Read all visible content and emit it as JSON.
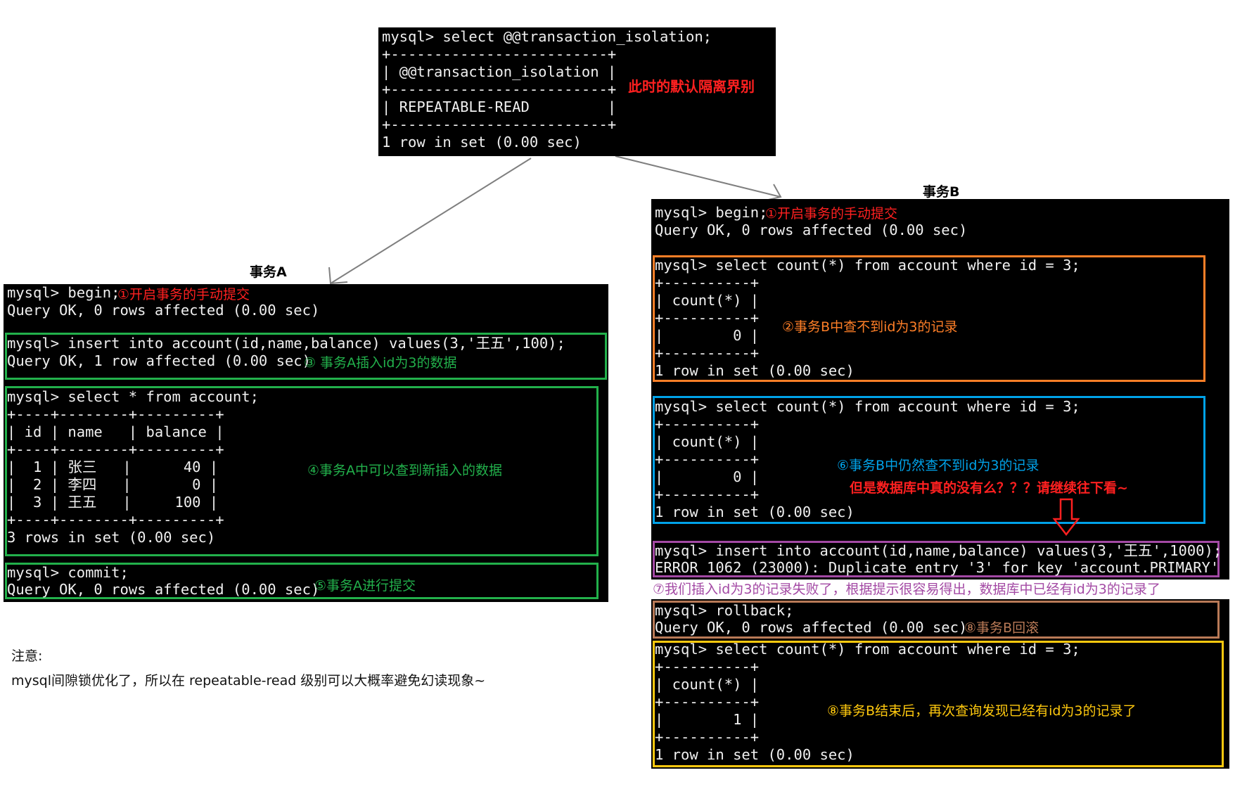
{
  "top": {
    "lines": [
      "mysql> select @@transaction_isolation;",
      "+-------------------------+",
      "| @@transaction_isolation |",
      "+-------------------------+",
      "| REPEATABLE-READ         |",
      "+-------------------------+",
      "1 row in set (0.00 sec)"
    ],
    "note": "此时的默认隔离界别"
  },
  "txA": {
    "title": "事务A",
    "begin_cmd": "mysql> begin;",
    "begin_note": "①开启事务的手动提交",
    "begin_result": "Query OK, 0 rows affected (0.00 sec)",
    "insert_cmd": "mysql> insert into account(id,name,balance) values(3,'王五',100);",
    "insert_result": "Query OK, 1 row affected (0.00 sec)",
    "insert_note": "③ 事务A插入id为3的数据",
    "select_lines": [
      "mysql> select * from account;",
      "+----+--------+---------+",
      "| id | name   | balance |",
      "+----+--------+---------+",
      "|  1 | 张三   |      40 |",
      "|  2 | 李四   |       0 |",
      "|  3 | 王五   |     100 |",
      "+----+--------+---------+",
      "3 rows in set (0.00 sec)"
    ],
    "select_note": "④事务A中可以查到新插入的数据",
    "commit_cmd": "mysql> commit;",
    "commit_result": "Query OK, 0 rows affected (0.00 sec)",
    "commit_note": "⑤事务A进行提交"
  },
  "txB": {
    "title": "事务B",
    "begin_cmd": "mysql> begin;",
    "begin_note": "①开启事务的手动提交",
    "begin_result": "Query OK, 0 rows affected (0.00 sec)",
    "count1_lines": [
      "mysql> select count(*) from account where id = 3;",
      "+----------+",
      "| count(*) |",
      "+----------+",
      "|        0 |",
      "+----------+",
      "1 row in set (0.00 sec)"
    ],
    "count1_note": "②事务B中查不到id为3的记录",
    "count2_lines": [
      "mysql> select count(*) from account where id = 3;",
      "+----------+",
      "| count(*) |",
      "+----------+",
      "|        0 |",
      "+----------+",
      "1 row in set (0.00 sec)"
    ],
    "count2_note": "⑥事务B中仍然查不到id为3的记录",
    "count2_note2": "但是数据库中真的没有么？？？请继续往下看~",
    "insert_cmd": "mysql> insert into account(id,name,balance) values(3,'王五',1000);",
    "insert_error": "ERROR 1062 (23000): Duplicate entry '3' for key 'account.PRIMARY'",
    "insert_note": "⑦我们插入id为3的记录失败了，根据提示很容易得出，数据库中已经有id为3的记录了",
    "rollback_cmd": "mysql> rollback;",
    "rollback_result": "Query OK, 0 rows affected (0.00 sec)",
    "rollback_note": "⑧事务B回滚",
    "count3_lines": [
      "mysql> select count(*) from account where id = 3;",
      "+----------+",
      "| count(*) |",
      "+----------+",
      "|        1 |",
      "+----------+",
      "1 row in set (0.00 sec)"
    ],
    "count3_note": "⑧事务B结束后，再次查询发现已经有id为3的记录了"
  },
  "footer": {
    "line1": "注意:",
    "line2": "mysql间隙锁优化了，所以在 repeatable-read 级别可以大概率避免幻读现象~"
  },
  "colors": {
    "red": "#ff2020",
    "green": "#22b04b",
    "orange": "#ff7f27",
    "blue": "#00a2e8",
    "purple": "#a349a4",
    "brown": "#b97a57",
    "yellow": "#ffc90e"
  }
}
